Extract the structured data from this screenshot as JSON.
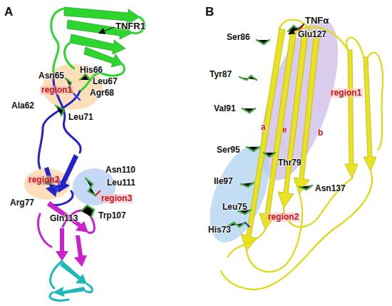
{
  "diagram": {
    "labels": [
      "A",
      "TNFR1",
      "His66",
      "Asn65",
      "Leu67",
      "region1",
      "Agr68",
      "Ala62",
      "Leu71",
      "region2",
      "Asn110",
      "Arg77",
      "Leu111",
      "region3",
      "Gln113",
      "Trp107",
      "B",
      "TNFα",
      "Glu127",
      "Ser86",
      "Tyr87",
      "region1",
      "Val91",
      "a",
      "e",
      "b",
      "Ser95",
      "Thr79",
      "Ile97",
      "Asn137",
      "Leu75",
      "region2",
      "His73"
    ]
  }
}
